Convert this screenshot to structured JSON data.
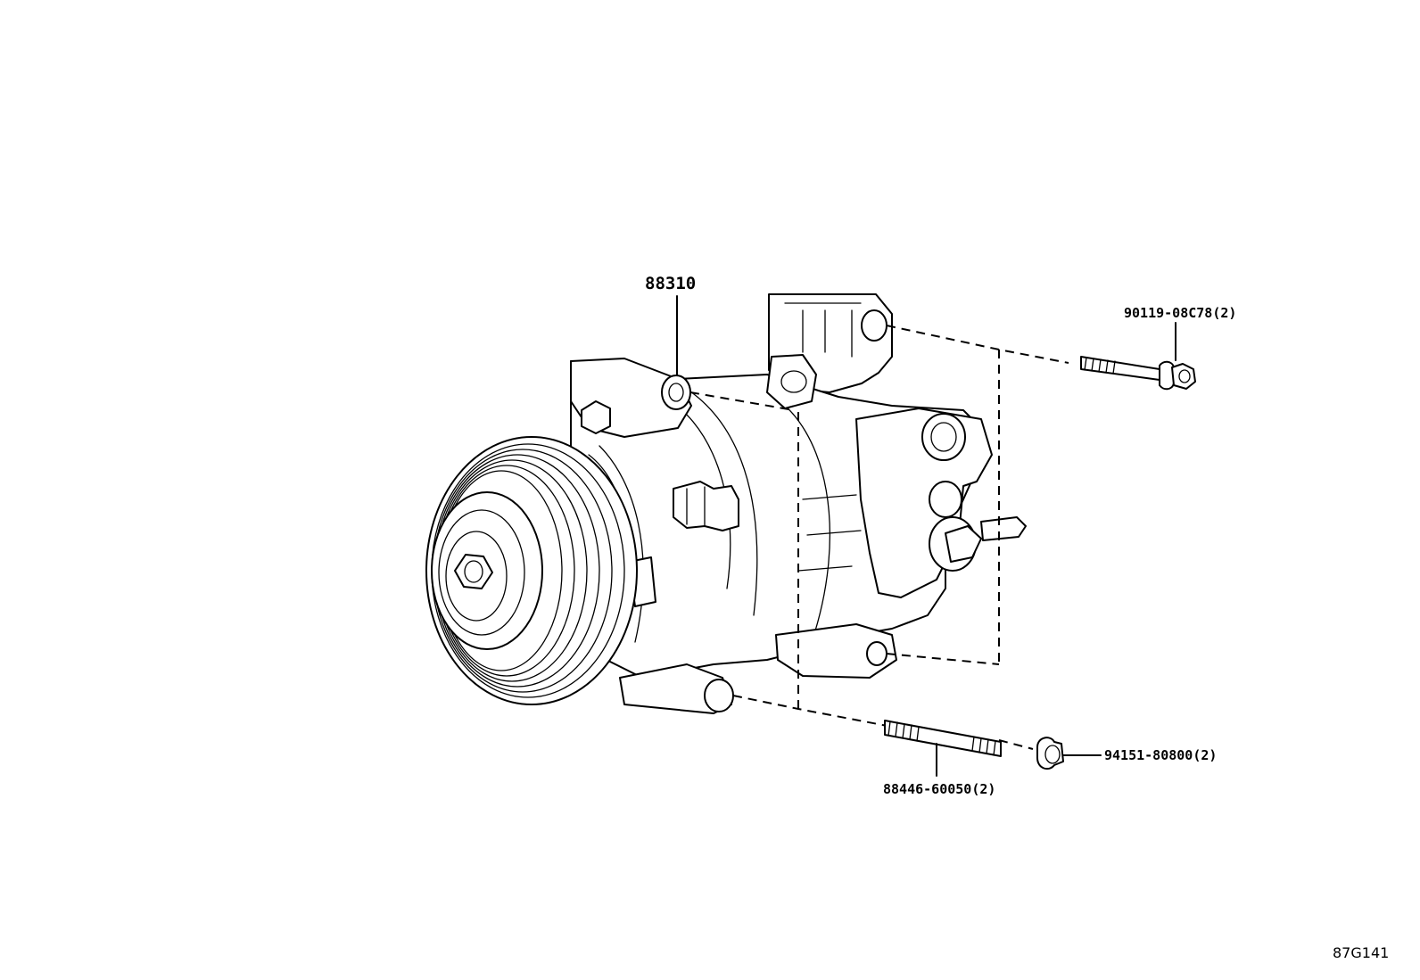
{
  "diagram": {
    "parts": [
      {
        "id": "compressor",
        "label": "88310"
      },
      {
        "id": "bolt",
        "label": "90119-08C78(2)"
      },
      {
        "id": "nut",
        "label": "94151-80800(2)"
      },
      {
        "id": "stud",
        "label": "88446-60050(2)"
      }
    ],
    "figure_code": "87G141"
  }
}
